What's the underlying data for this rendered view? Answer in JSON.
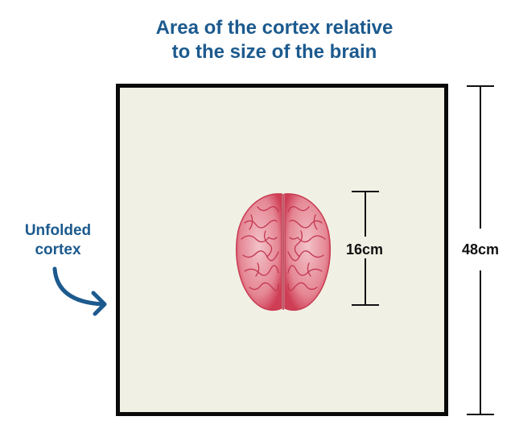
{
  "title": {
    "line1": "Area of the cortex relative",
    "line2": "to the size of the brain"
  },
  "side_label": {
    "line1": "Unfolded",
    "line2": "cortex"
  },
  "brain_ruler": {
    "label": "16cm",
    "value_cm": 16
  },
  "box_ruler": {
    "label": "48cm",
    "value_cm": 48
  },
  "colors": {
    "title": "#1c5a8e",
    "box_fill": "#f1f0e4",
    "box_border": "#0a0a0a",
    "brain": "#d8485e",
    "ruler": "#111111"
  },
  "icons": {
    "arrow": "curved-arrow-icon",
    "brain": "brain-illustration"
  }
}
